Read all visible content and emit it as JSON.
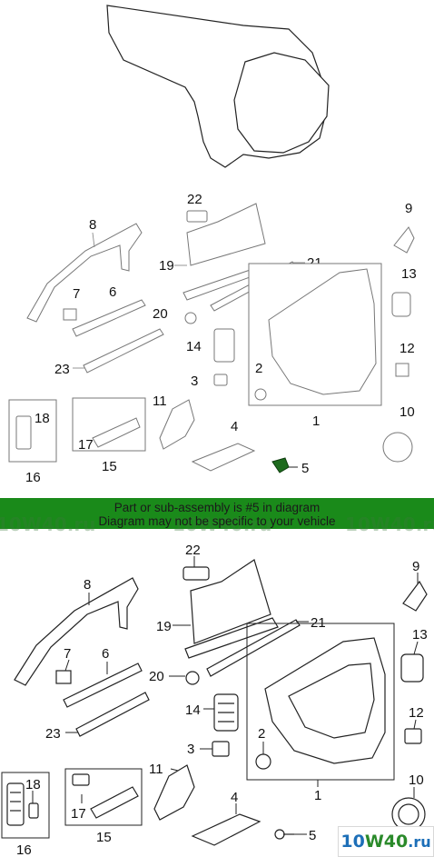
{
  "banner": {
    "line1": "Part or sub-assembly is #5 in diagram",
    "line2": "Diagram may not be specific to your vehicle",
    "color": "#1a8a1a"
  },
  "watermark": {
    "text": "10W40.ru"
  },
  "logo": {
    "prefix": "10",
    "accent": "W40",
    "suffix": ".ru"
  },
  "highlight_part": "5",
  "labels": {
    "n1": "1",
    "n2": "2",
    "n3": "3",
    "n4": "4",
    "n5": "5",
    "n6": "6",
    "n7": "7",
    "n8": "8",
    "n9": "9",
    "n10": "10",
    "n11": "11",
    "n12": "12",
    "n13": "13",
    "n14": "14",
    "n15": "15",
    "n16": "16",
    "n17": "17",
    "n18": "18",
    "n19": "19",
    "n20": "20",
    "n21": "21",
    "n22": "22",
    "n23": "23"
  }
}
